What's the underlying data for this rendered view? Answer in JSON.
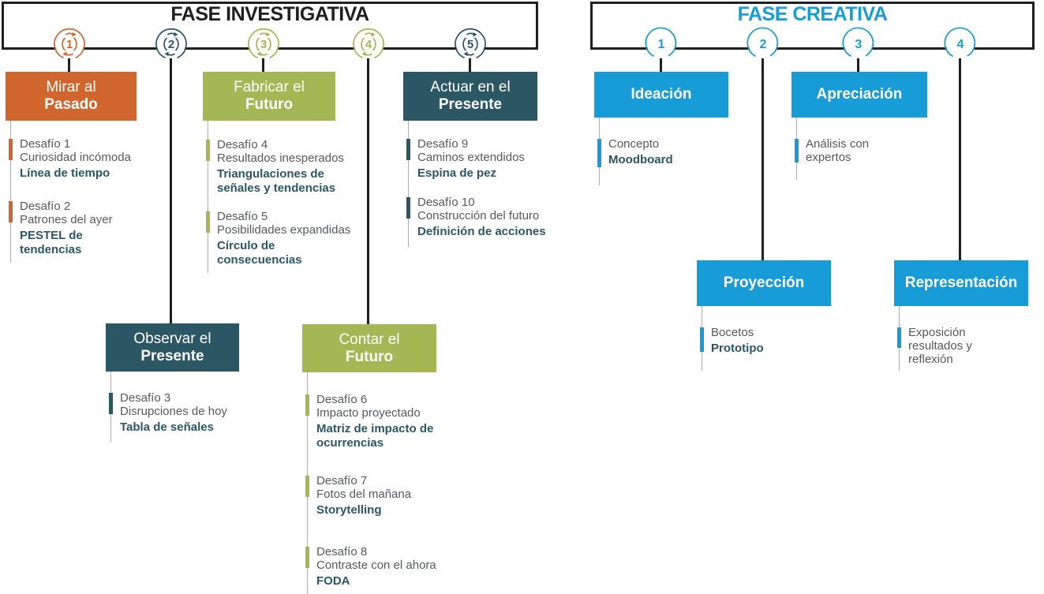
{
  "phases": [
    {
      "title": "FASE INVESTIGATIVA",
      "milestones": [
        "1",
        "2",
        "3",
        "4",
        "5"
      ],
      "columns": [
        {
          "t1": "Mirar al",
          "t2": "Pasado",
          "color": "#D0662E",
          "items": [
            {
              "l1": "Desafío 1",
              "l2": "Curiosidad incómoda",
              "tool": "Línea de tiempo"
            },
            {
              "l1": "Desafío 2",
              "l2": "Patrones del ayer",
              "tool": "PESTEL de tendencias"
            }
          ]
        },
        {
          "t1": "Observar el",
          "t2": "Presente",
          "color": "#2B5765",
          "items": [
            {
              "l1": "Desafío 3",
              "l2": "Disrupciones de hoy",
              "tool": "Tabla de señales"
            }
          ]
        },
        {
          "t1": "Fabricar el",
          "t2": "Futuro",
          "color": "#A5B654",
          "items": [
            {
              "l1": "Desafío 4",
              "l2": "Resultados inesperados",
              "tool": "Triangulaciones de señales y tendencias"
            },
            {
              "l1": "Desafío 5",
              "l2": "Posibilidades expandidas",
              "tool": "Círculo de consecuencias"
            }
          ]
        },
        {
          "t1": "Contar el",
          "t2": "Futuro",
          "color": "#A5B654",
          "items": [
            {
              "l1": "Desafío 6",
              "l2": "Impacto proyectado",
              "tool": "Matriz de impacto de ocurrencias"
            },
            {
              "l1": "Desafío 7",
              "l2": "Fotos del mañana",
              "tool": "Storytelling"
            },
            {
              "l1": "Desafío 8",
              "l2": "Contraste con el ahora",
              "tool": "FODA"
            }
          ]
        },
        {
          "t1": "Actuar en el",
          "t2": "Presente",
          "color": "#2B5765",
          "items": [
            {
              "l1": "Desafío 9",
              "l2": "Caminos extendidos",
              "tool": "Espina de pez"
            },
            {
              "l1": "Desafío 10",
              "l2": "Construcción del futuro",
              "tool": "Definición de acciones"
            }
          ]
        }
      ]
    },
    {
      "title": "FASE CREATIVA",
      "milestones": [
        "1",
        "2",
        "3",
        "4"
      ],
      "columns": [
        {
          "t": "Ideación",
          "color": "#189CD8",
          "items": [
            {
              "l1": "Concepto",
              "tool": "Moodboard"
            }
          ]
        },
        {
          "t": "Proyección",
          "color": "#189CD8",
          "items": [
            {
              "l1": "Bocetos",
              "tool": "Prototipo"
            }
          ]
        },
        {
          "t": "Apreciación",
          "color": "#189CD8",
          "items": [
            {
              "l1": "Análisis con",
              "l2": "expertos"
            }
          ]
        },
        {
          "t": "Representación",
          "color": "#189CD8",
          "items": [
            {
              "l1": "Exposición",
              "l2": "resultados y",
              "l3": "reflexión"
            }
          ]
        }
      ]
    }
  ],
  "colors": {
    "orange": "#D0662E",
    "olive_green": "#A5B654",
    "dark_teal": "#2B5765",
    "blue": "#189CD8",
    "connector_black": "#1F1F1F",
    "body_text_gray": "#58595B",
    "thin_line_gray": "#ADAFB2",
    "tool_text": "#2B5765",
    "background": "#FFFFFF"
  }
}
